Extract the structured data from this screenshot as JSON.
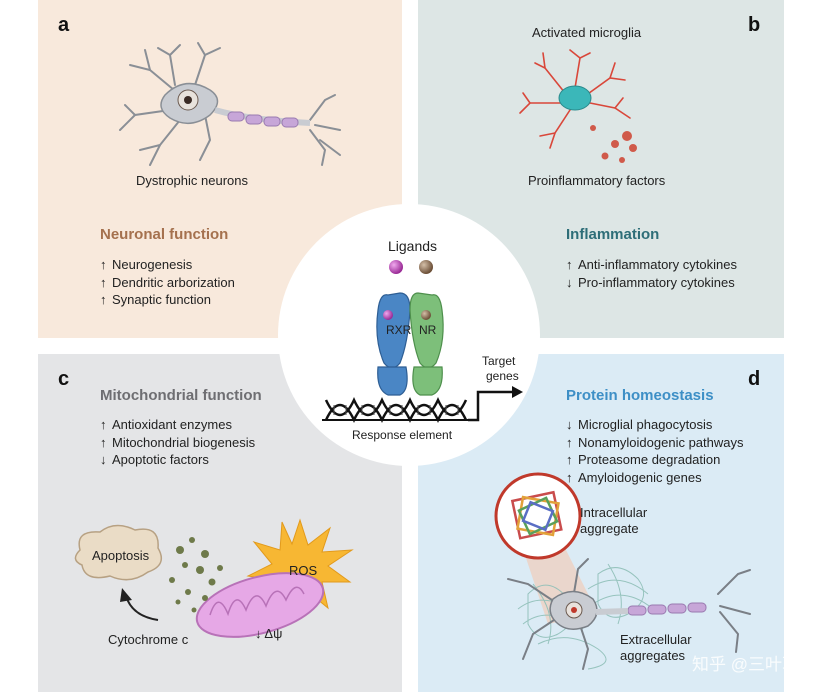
{
  "panels": {
    "a": {
      "letter": "a",
      "illustration_label": "Dystrophic neurons",
      "heading": "Neuronal function",
      "heading_color": "#a5714e",
      "items": [
        {
          "arrow": "↑",
          "text": "Neurogenesis"
        },
        {
          "arrow": "↑",
          "text": "Dendritic arborization"
        },
        {
          "arrow": "↑",
          "text": "Synaptic function"
        }
      ]
    },
    "b": {
      "letter": "b",
      "top_label": "Activated microglia",
      "illustration_label": "Proinflammatory factors",
      "heading": "Inflammation",
      "heading_color": "#2e6e78",
      "items": [
        {
          "arrow": "↑",
          "text": "Anti-inflammatory cytokines"
        },
        {
          "arrow": "↓",
          "text": "Pro-inflammatory cytokines"
        }
      ]
    },
    "c": {
      "letter": "c",
      "heading": "Mitochondrial function",
      "heading_color": "#6e6e72",
      "items": [
        {
          "arrow": "↑",
          "text": "Antioxidant enzymes"
        },
        {
          "arrow": "↑",
          "text": "Mitochondrial biogenesis"
        },
        {
          "arrow": "↓",
          "text": "Apoptotic factors"
        }
      ],
      "apoptosis_label": "Apoptosis",
      "ros_label": "ROS",
      "cytochrome_label": "Cytochrome c",
      "delta_psi_label": "↓ Δψ"
    },
    "d": {
      "letter": "d",
      "heading": "Protein homeostasis",
      "heading_color": "#3d8fc6",
      "items": [
        {
          "arrow": "↓",
          "text": "Microglial phagocytosis"
        },
        {
          "arrow": "↑",
          "text": "Nonamyloidogenic pathways"
        },
        {
          "arrow": "↑",
          "text": "Proteasome degradation"
        },
        {
          "arrow": "↑",
          "text": "Amyloidogenic genes"
        }
      ],
      "intracellular_label_1": "Intracellular",
      "intracellular_label_2": "aggregate",
      "extracellular_label_1": "Extracellular",
      "extracellular_label_2": "aggregates"
    }
  },
  "center": {
    "ligands_label": "Ligands",
    "rxr_label": "RXR",
    "nr_label": "NR",
    "target_genes_1": "Target",
    "target_genes_2": "genes",
    "response_element_label": "Response element"
  },
  "watermark": "知乎 @三叶草",
  "colors": {
    "rxr_blue": "#4a86c5",
    "nr_green": "#7dbf7a",
    "ligand_purple": "#b43bb0",
    "ligand_brown": "#8b6a4e"
  }
}
